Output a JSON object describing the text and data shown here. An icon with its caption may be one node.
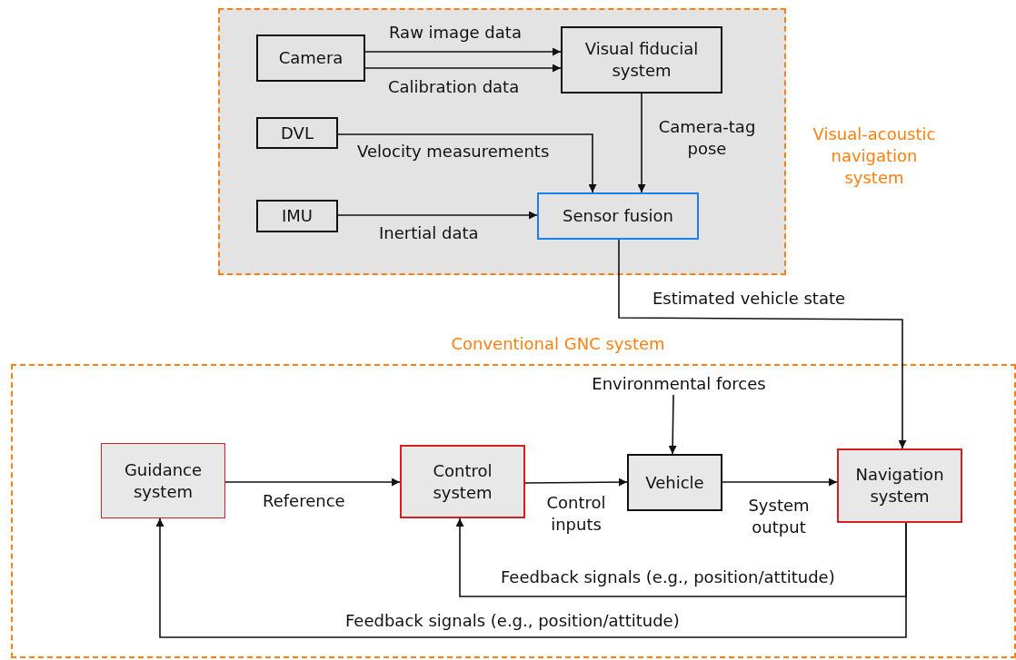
{
  "diagram": {
    "nodes": [
      {
        "text": [
          "Visual-acoustic navigation system"
        ]
      },
      {
        "text": [
          "Camera"
        ],
        "in": 0
      },
      {
        "text": [
          "Visual fiducial system"
        ],
        "in": 0
      },
      {
        "text": [
          "DVL"
        ],
        "in": 0
      },
      {
        "text": [
          "IMU"
        ],
        "in": 0
      },
      {
        "text": [
          "Sensor fusion"
        ],
        "in": 0
      },
      {
        "text": [
          "Conventional GNC system"
        ]
      },
      {
        "text": [
          "Guidance system"
        ],
        "in": 6
      },
      {
        "text": [
          "Control system"
        ],
        "in": 6
      },
      {
        "text": [
          "Vehicle"
        ],
        "in": 6
      },
      {
        "text": [
          "Navigation system"
        ],
        "in": 6
      },
      {
        "text": [
          "Environmental forces"
        ],
        "in": 6
      }
    ],
    "edges": [
      {
        "from": 1,
        "to": 2,
        "arrow": "to",
        "label": "Raw image data"
      },
      {
        "from": 1,
        "to": 2,
        "arrow": "to",
        "label": "Calibration data"
      },
      {
        "from": 3,
        "to": 5,
        "arrow": "to",
        "label": "Velocity measurements"
      },
      {
        "from": 2,
        "to": 5,
        "arrow": "to",
        "label": "Camera-tag pose"
      },
      {
        "from": 4,
        "to": 5,
        "arrow": "to",
        "label": "Inertial data"
      },
      {
        "from": 5,
        "to": 10,
        "arrow": "to",
        "label": "Estimated vehicle state"
      },
      {
        "from": 11,
        "to": 9,
        "arrow": "to"
      },
      {
        "from": 7,
        "to": 8,
        "arrow": "to",
        "label": "Reference"
      },
      {
        "from": 8,
        "to": 9,
        "arrow": "to",
        "label": "Control inputs"
      },
      {
        "from": 9,
        "to": 10,
        "arrow": "to",
        "label": "System output"
      },
      {
        "from": 10,
        "to": 8,
        "arrow": "to",
        "label": "Feedback signals (e.g., position/attitude)"
      },
      {
        "from": 10,
        "to": 7,
        "arrow": "to",
        "label": "Feedback signals (e.g., position/attitude)"
      }
    ]
  }
}
